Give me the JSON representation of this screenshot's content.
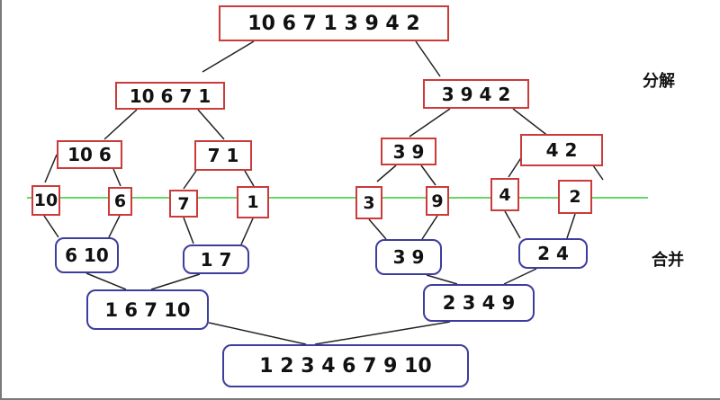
{
  "labels": {
    "split": "分解",
    "merge": "合并"
  },
  "split_nodes": {
    "root": "10 6 7 1 3 9 4 2",
    "l": "10 6 7 1",
    "r": "3 9 4 2",
    "ll": "10 6",
    "lr": "7 1",
    "rl": "3 9",
    "rr": "4 2",
    "a": "10",
    "b": "6",
    "c": "7",
    "d": "1",
    "e": "3",
    "f": "9",
    "g": "4",
    "h": "2"
  },
  "merge_nodes": {
    "m1": "6 10",
    "m2": "1 7",
    "m3": "3 9",
    "m4": "2 4",
    "m5": "1 6 7 10",
    "m6": "2 3 4 9",
    "m7": "1 2 3 4 6 7 9 10"
  },
  "colors": {
    "split_border": "#cc3a3a",
    "merge_border": "#3d3d9e",
    "divider_line": "#33cc33",
    "connector": "#222222"
  }
}
